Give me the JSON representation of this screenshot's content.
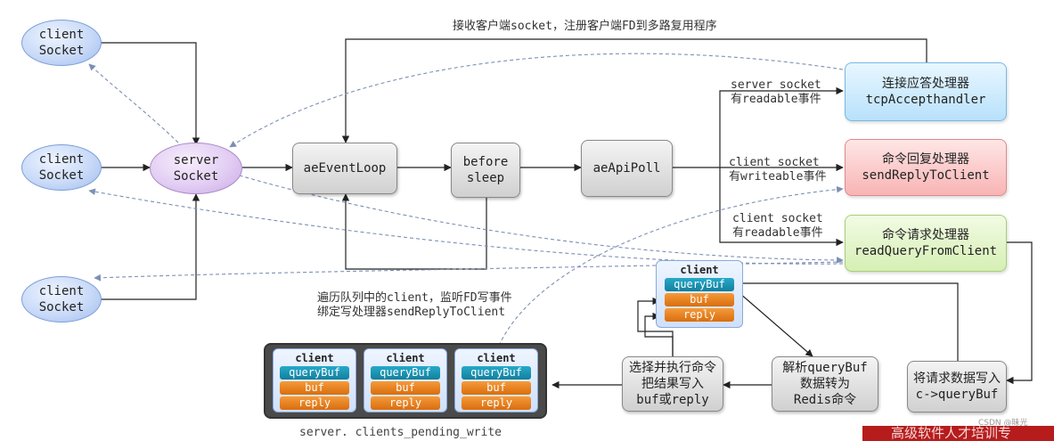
{
  "nodes": {
    "client1": {
      "line1": "client",
      "line2": "Socket"
    },
    "client2": {
      "line1": "client",
      "line2": "Socket"
    },
    "client3": {
      "line1": "client",
      "line2": "Socket"
    },
    "server": {
      "line1": "server",
      "line2": "Socket"
    },
    "ae_event_loop": {
      "label": "aeEventLoop"
    },
    "before_sleep": {
      "line1": "before",
      "line2": "sleep"
    },
    "ae_api_poll": {
      "label": "aeApiPoll"
    },
    "accept_handler": {
      "line1": "连接应答处理器",
      "line2": "tcpAccepthandler"
    },
    "reply_handler": {
      "line1": "命令回复处理器",
      "line2": "sendReplyToClient"
    },
    "query_handler": {
      "line1": "命令请求处理器",
      "line2": "readQueryFromClient"
    },
    "write_query": {
      "line1": "将请求数据写入",
      "line2": "c->queryBuf"
    },
    "parse_query": {
      "line1": "解析queryBuf",
      "line2": "数据转为",
      "line3": "Redis命令"
    },
    "execute": {
      "line1": "选择并执行命令",
      "line2": "把结果写入",
      "line3": "buf或reply"
    }
  },
  "labels": {
    "top_accept": "接收客户端socket，注册客户端FD到多路复用程序",
    "server_socket_readable": {
      "line1": "server socket",
      "line2": "有readable事件"
    },
    "client_socket_writeable": {
      "line1": "client socket",
      "line2": "有writeable事件"
    },
    "client_socket_readable": {
      "line1": "client socket",
      "line2": "有readable事件"
    },
    "traverse": {
      "line1": "遍历队列中的client，监听FD写事件",
      "line2": "绑定写处理器sendReplyToClient"
    },
    "pending_write": "server. clients_pending_write"
  },
  "client_struct": {
    "title": "client",
    "query_buf": "queryBuf",
    "buf": "buf",
    "reply": "reply"
  },
  "pending_clients": [
    {
      "title": "client",
      "query_buf": "queryBuf",
      "buf": "buf",
      "reply": "reply"
    },
    {
      "title": "client",
      "query_buf": "queryBuf",
      "buf": "buf",
      "reply": "reply"
    },
    {
      "title": "client",
      "query_buf": "queryBuf",
      "buf": "buf",
      "reply": "reply"
    }
  ],
  "footer": {
    "banner_text": "高级软件人才培训专",
    "watermark": "CSDN @昧光"
  },
  "colors": {
    "client_ellipse": "#c9daf8",
    "server_ellipse": "#e2cdf3",
    "accept_box": "#b8e1fb",
    "reply_box": "#f8b4b4",
    "query_box": "#d6efb4",
    "pill_teal": "#1a93b3",
    "pill_orange": "#e8811f",
    "banner": "#b71c1c"
  }
}
